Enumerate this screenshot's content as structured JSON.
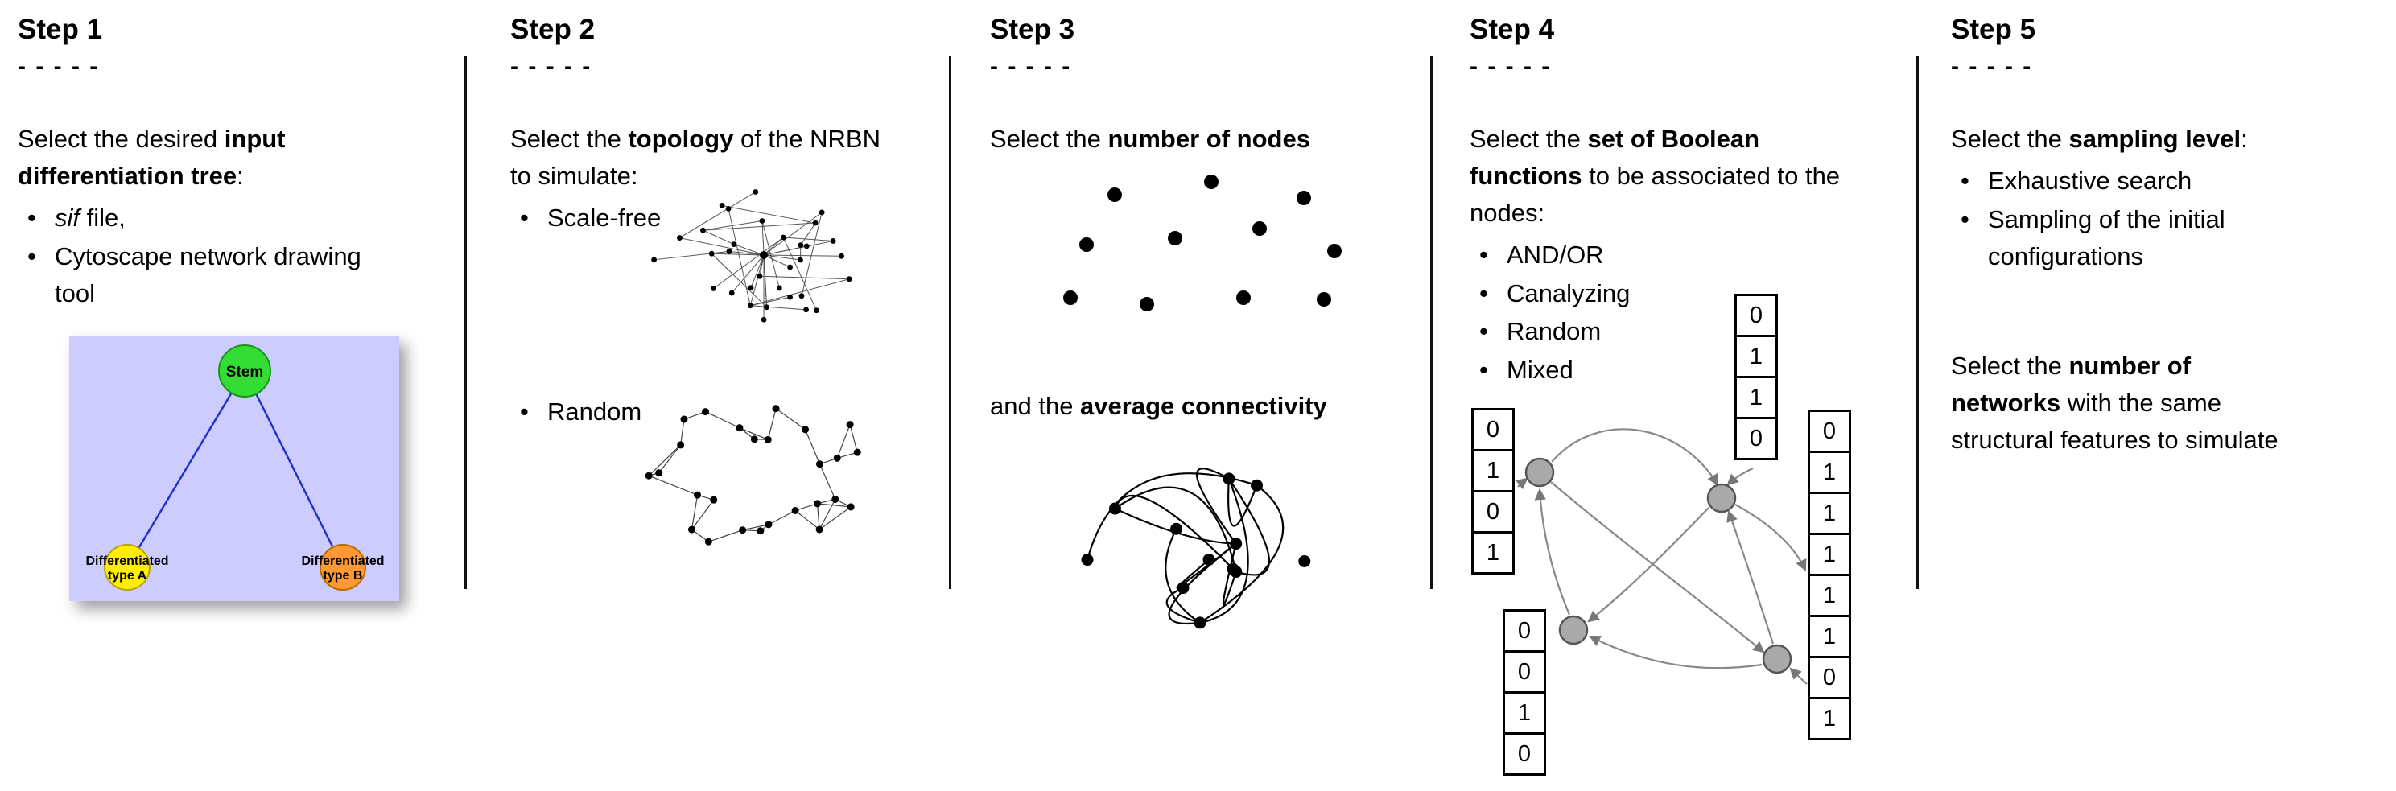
{
  "steps": [
    {
      "title": "Step 1",
      "dashes": "- - - - -",
      "intro": [
        "Select the desired ",
        "input differentiation tree",
        ":"
      ],
      "bullets": [
        {
          "italic": "sif",
          "rest": " file,"
        },
        {
          "text": "Cytoscape network drawing tool"
        }
      ],
      "figure": {
        "stem_label": "Stem",
        "type_a_label_line1": "Differentiated",
        "type_a_label_line2": "type A",
        "type_b_label_line1": "Differentiated",
        "type_b_label_line2": "type B",
        "colors": {
          "panel_background": "#ccccff",
          "stem": "#33dd33",
          "type_a": "#ffee00",
          "type_b": "#ff9933",
          "tree_edge": "#2233cc"
        }
      }
    },
    {
      "title": "Step 2",
      "dashes": "- - - - -",
      "intro": [
        "Select the ",
        "topology",
        " of the NRBN to simulate:"
      ],
      "bullets": [
        "Scale-free",
        "Random"
      ]
    },
    {
      "title": "Step 3",
      "dashes": "- - - - -",
      "intro": [
        "Select the ",
        "number of nodes"
      ],
      "connectivity": [
        "and the ",
        "average connectivity"
      ]
    },
    {
      "title": "Step 4",
      "dashes": "- - - - -",
      "intro": [
        "Select the ",
        "set of Boolean functions",
        " to be associated to the nodes:"
      ],
      "bullets": [
        "AND/OR",
        "Canalyzing",
        "Random",
        "Mixed"
      ],
      "figure": {
        "truth_columns": {
          "top": [
            "0",
            "1",
            "1",
            "0"
          ],
          "left": [
            "0",
            "1",
            "0",
            "1"
          ],
          "bottom_left": [
            "0",
            "0",
            "1",
            "0"
          ],
          "right": [
            "0",
            "1",
            "1",
            "1",
            "1",
            "1",
            "0",
            "1"
          ]
        }
      }
    },
    {
      "title": "Step 5",
      "dashes": "- - - - -",
      "intro": [
        "Select the ",
        "sampling level",
        ":"
      ],
      "bullets": [
        "Exhaustive search",
        "Sampling of the initial configurations"
      ],
      "second_paragraph": [
        "Select the ",
        "number of networks",
        " with the same structural features to simulate"
      ]
    }
  ]
}
